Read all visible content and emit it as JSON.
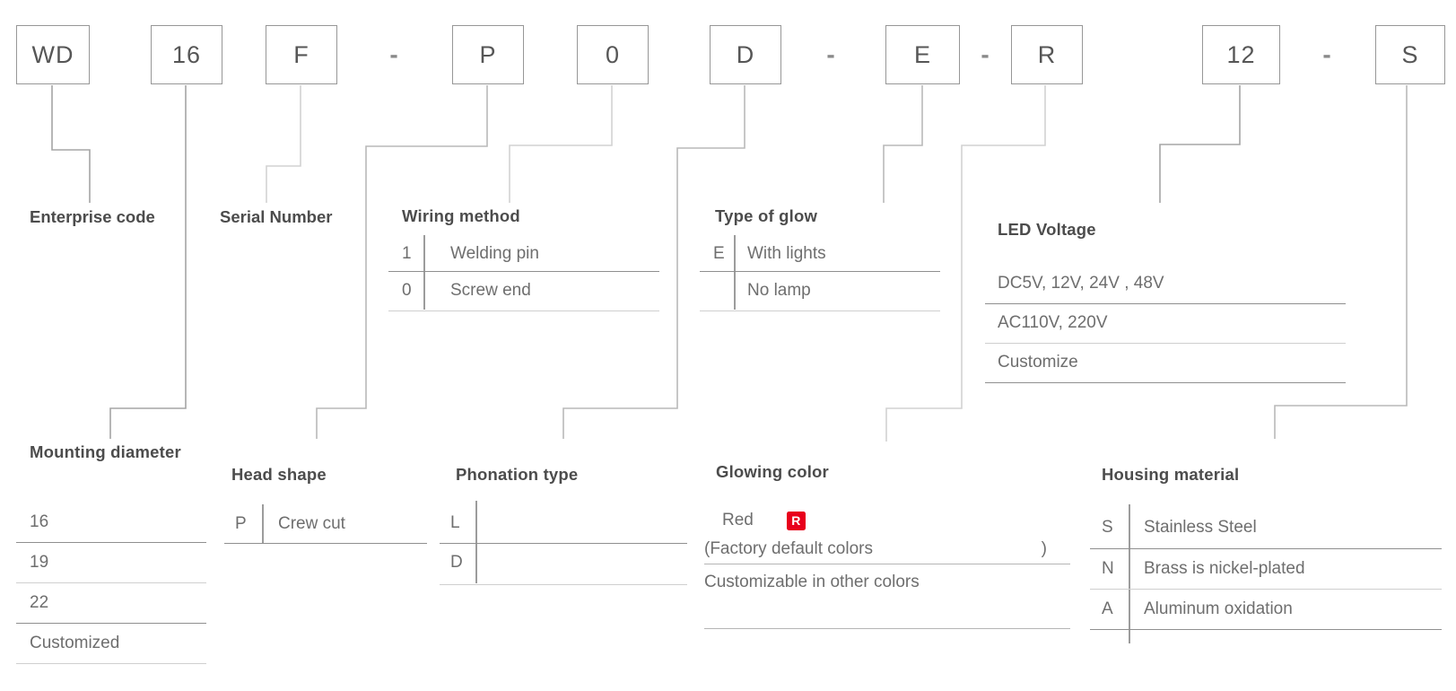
{
  "product_code": {
    "boxes": [
      {
        "label": "WD",
        "meaning": "Enterprise code"
      },
      {
        "label": "16",
        "meaning": "Mounting diameter"
      },
      {
        "label": "F",
        "meaning": "Serial Number"
      },
      {
        "label": "P",
        "meaning": "Head shape"
      },
      {
        "label": "0",
        "meaning": "Wiring method"
      },
      {
        "label": "D",
        "meaning": "Phonation type"
      },
      {
        "label": "E",
        "meaning": "Type of glow"
      },
      {
        "label": "R",
        "meaning": "Glowing color"
      },
      {
        "label": "12",
        "meaning": "LED Voltage"
      },
      {
        "label": "S",
        "meaning": "Housing material"
      }
    ],
    "separator": "-"
  },
  "sections": {
    "enterprise": {
      "title": "Enterprise code"
    },
    "serial": {
      "title": "Serial Number"
    },
    "wiring": {
      "title": "Wiring method",
      "rows": [
        {
          "code": "1",
          "desc": "Welding pin"
        },
        {
          "code": "0",
          "desc": "Screw end"
        }
      ]
    },
    "glow": {
      "title": "Type of glow",
      "rows": [
        {
          "code": "E",
          "desc": "With lights"
        },
        {
          "code": "",
          "desc": "No lamp"
        }
      ]
    },
    "led": {
      "title": "LED Voltage",
      "rows": [
        "DC5V, 12V, 24V , 48V",
        "AC110V, 220V",
        "Customize"
      ]
    },
    "mounting": {
      "title": "Mounting diameter",
      "rows": [
        "16",
        "19",
        "22",
        "Customized"
      ]
    },
    "head": {
      "title": "Head shape",
      "rows": [
        {
          "code": "P",
          "desc": "Crew cut"
        }
      ]
    },
    "phonation": {
      "title": "Phonation type",
      "rows": [
        {
          "code": "L",
          "desc": ""
        },
        {
          "code": "D",
          "desc": ""
        }
      ]
    },
    "glowing": {
      "title": "Glowing color",
      "default_color": "Red",
      "badge": "R",
      "factory_note_open": "(Factory default colors",
      "factory_note_close": ")",
      "customizable": "Customizable in other colors"
    },
    "housing": {
      "title": "Housing material",
      "rows": [
        {
          "code": "S",
          "desc": "Stainless Steel"
        },
        {
          "code": "N",
          "desc": "Brass is nickel-plated"
        },
        {
          "code": "A",
          "desc": "Aluminum oxidation"
        }
      ]
    }
  },
  "colors": {
    "badge_red": "#e8001c"
  }
}
